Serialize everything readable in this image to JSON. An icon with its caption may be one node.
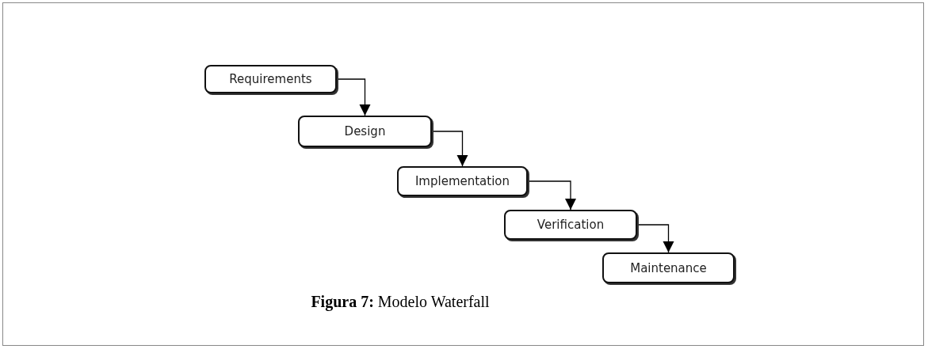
{
  "diagram": {
    "caption": "**Figura 7:** Modelo Waterfall",
    "nodes": [
      {
        "text": [
          "Requirements"
        ]
      },
      {
        "text": [
          "Design"
        ]
      },
      {
        "text": [
          "Implementation"
        ]
      },
      {
        "text": [
          "Verification"
        ]
      },
      {
        "text": [
          "Maintenance"
        ]
      }
    ],
    "edges": [
      {
        "from": 0,
        "to": 1,
        "arrow": "to"
      },
      {
        "from": 1,
        "to": 2,
        "arrow": "to"
      },
      {
        "from": 2,
        "to": 3,
        "arrow": "to"
      },
      {
        "from": 3,
        "to": 4,
        "arrow": "to"
      }
    ]
  }
}
